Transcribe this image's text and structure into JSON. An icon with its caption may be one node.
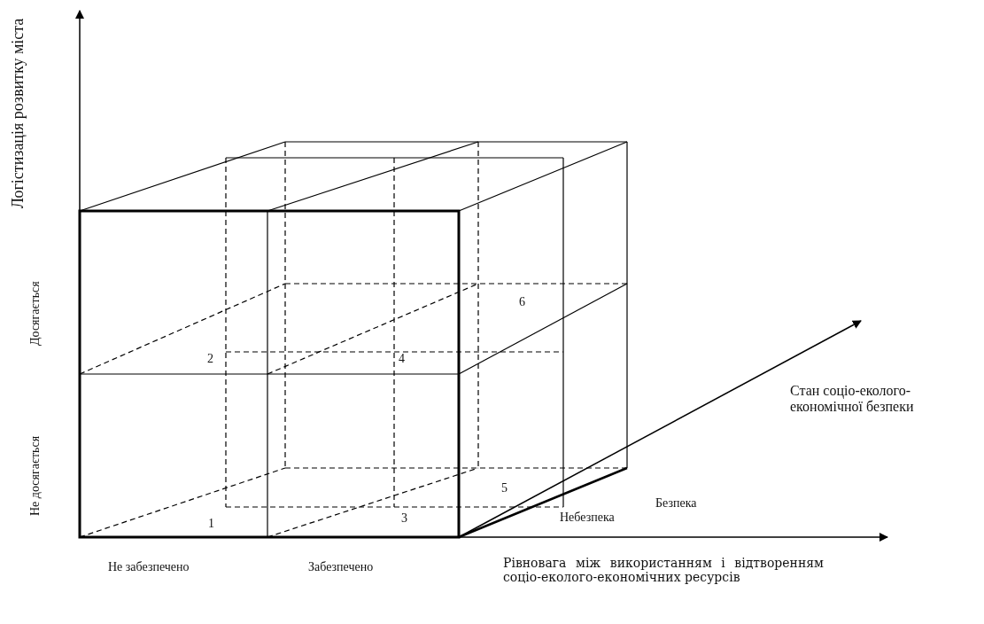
{
  "diagram": {
    "labels": [
      "Логістизація розвитку міста",
      "6",
      "2",
      "4",
      "Досягається",
      "Стан соціо-еколого-економічної безпеки",
      "Не досягається",
      "5",
      "Безпека",
      "1",
      "3",
      "Небезпека",
      "Не забезпечено",
      "Забезпечено",
      "Рівновага між використанням і відтворенням соціо-еколого-економічних ресурсів"
    ]
  }
}
